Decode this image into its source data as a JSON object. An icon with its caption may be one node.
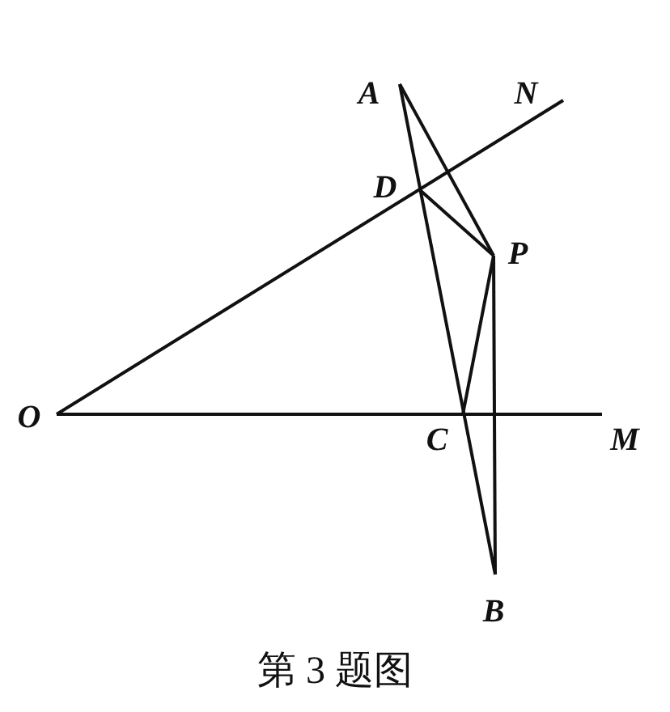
{
  "diagram": {
    "caption": "第 3 题图",
    "labels": [
      "A",
      "N",
      "D",
      "P",
      "O",
      "C",
      "M",
      "B"
    ]
  }
}
